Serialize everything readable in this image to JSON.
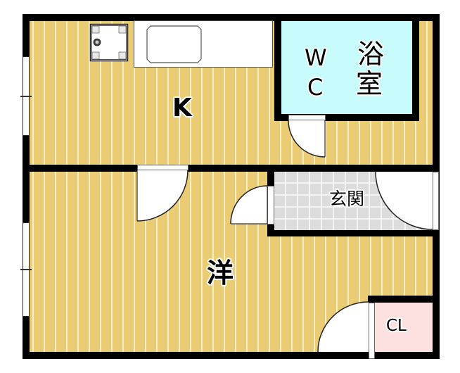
{
  "floorplan": {
    "rooms": {
      "kitchen": {
        "label": "K"
      },
      "western_room": {
        "label": "洋"
      },
      "bath": {
        "label": "浴\n室",
        "label_line1": "浴",
        "label_line2": "室"
      },
      "wc": {
        "label": "W C",
        "label_line1": "W",
        "label_line2": "C"
      },
      "entrance": {
        "label": "玄関"
      },
      "closet": {
        "label": "CL"
      }
    },
    "fixtures": {
      "stove": "gas-stove-icon",
      "sink": "kitchen-sink-icon"
    },
    "colors": {
      "floor_wood": "#e9cc74",
      "floor_stripe": "#fbeec2",
      "wall": "#000000",
      "bath_fill": "#c8fbfb",
      "entrance_tile": "#dcdcdc",
      "closet_fill": "#fde0e0",
      "door_fill": "#ffffff"
    }
  }
}
